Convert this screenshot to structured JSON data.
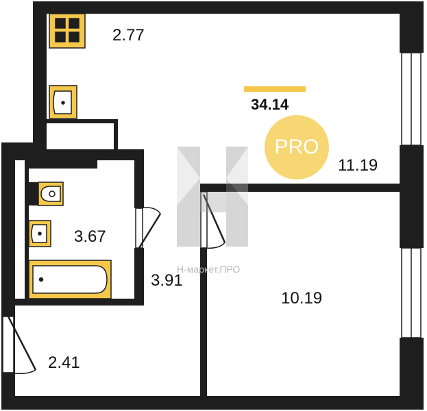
{
  "plan": {
    "total_area": "34.14",
    "badge_text": "PRO",
    "watermark_text": "Н-маркет.ПРО",
    "rooms": {
      "kitchen": "2.77",
      "living": "11.19",
      "bathroom": "3.67",
      "hall": "3.91",
      "bedroom": "10.19",
      "entrance": "2.41"
    }
  },
  "colors": {
    "wall": "#1e1e1e",
    "fixture": "#f5c84c",
    "badge": "#f7d774",
    "accent_bar": "#f5c84c",
    "watermark": "#b8b8b8"
  }
}
